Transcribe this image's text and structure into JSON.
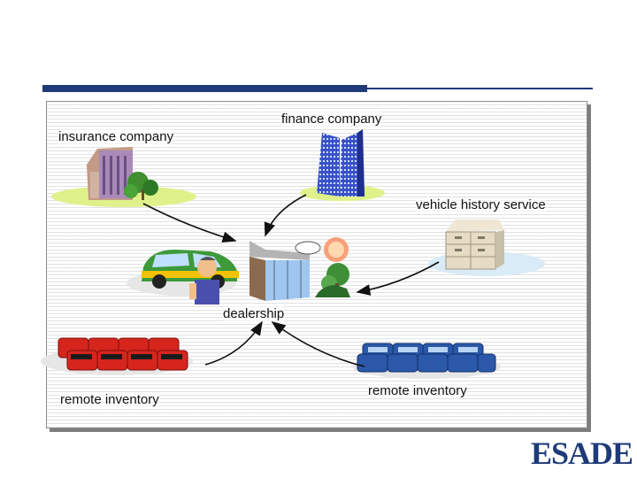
{
  "slide": {
    "colors": {
      "accent": "#1f3a78",
      "frame_border": "#8c8c8c"
    }
  },
  "diagram": {
    "nodes": {
      "insurance": {
        "label": "insurance company",
        "icon": "office-building-icon"
      },
      "finance": {
        "label": "finance company",
        "icon": "skyscraper-icon"
      },
      "history": {
        "label": "vehicle history service",
        "icon": "file-cabinet-icon"
      },
      "dealership": {
        "label": "dealership",
        "icon": "dealership-icon"
      },
      "inventory_left": {
        "label": "remote inventory",
        "icon": "red-cars-icon"
      },
      "inventory_right": {
        "label": "remote inventory",
        "icon": "blue-cars-icon"
      }
    },
    "edges": [
      {
        "from": "insurance",
        "to": "dealership"
      },
      {
        "from": "finance",
        "to": "dealership"
      },
      {
        "from": "history",
        "to": "dealership"
      },
      {
        "from": "inventory_left",
        "to": "dealership"
      },
      {
        "from": "inventory_right",
        "to": "dealership"
      }
    ]
  },
  "footer": {
    "logo_text_main": "ESAD",
    "logo_text_end": "E"
  }
}
